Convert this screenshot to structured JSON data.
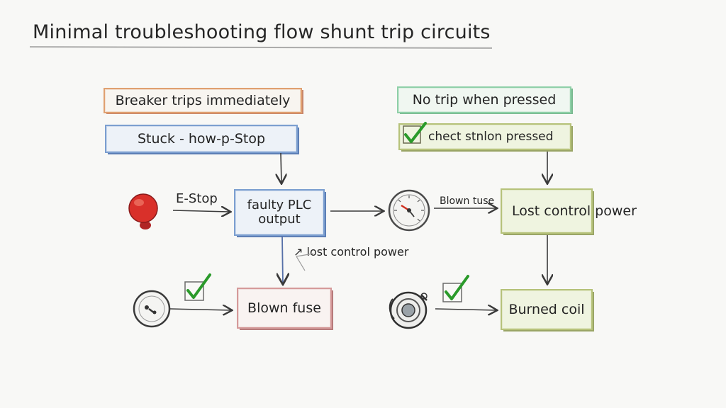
{
  "title": "Minimal troubleshooting flow shunt trip circuits",
  "left_flow": {
    "box_breaker": "Breaker trips immediately",
    "box_stuck": "Stuck - how-p-Stop",
    "label_estop": "E-Stop",
    "box_plc": "faulty PLC\noutput",
    "label_lost_power": "↗ lost control power",
    "box_blown_fuse": "Blown fuse"
  },
  "right_flow": {
    "box_no_trip": "No trip when pressed",
    "box_check": "chect stnlon pressed",
    "label_blown_fuse": "Blown tuse",
    "box_lost_power": "Lost control power",
    "box_burned_coil": "Burned coil"
  },
  "colors": {
    "orange": "#e0a070",
    "blue": "#7c9fd0",
    "green": "#8fd0a8",
    "olive": "#b6c27a",
    "red_box": "#d59a9a",
    "estop_red": "#d9302a",
    "checkmark": "#2a8a2a"
  },
  "icons": [
    "estop-button-icon",
    "gauge-icon",
    "fuse-dial-icon",
    "coil-icon",
    "checkmark-icon"
  ]
}
